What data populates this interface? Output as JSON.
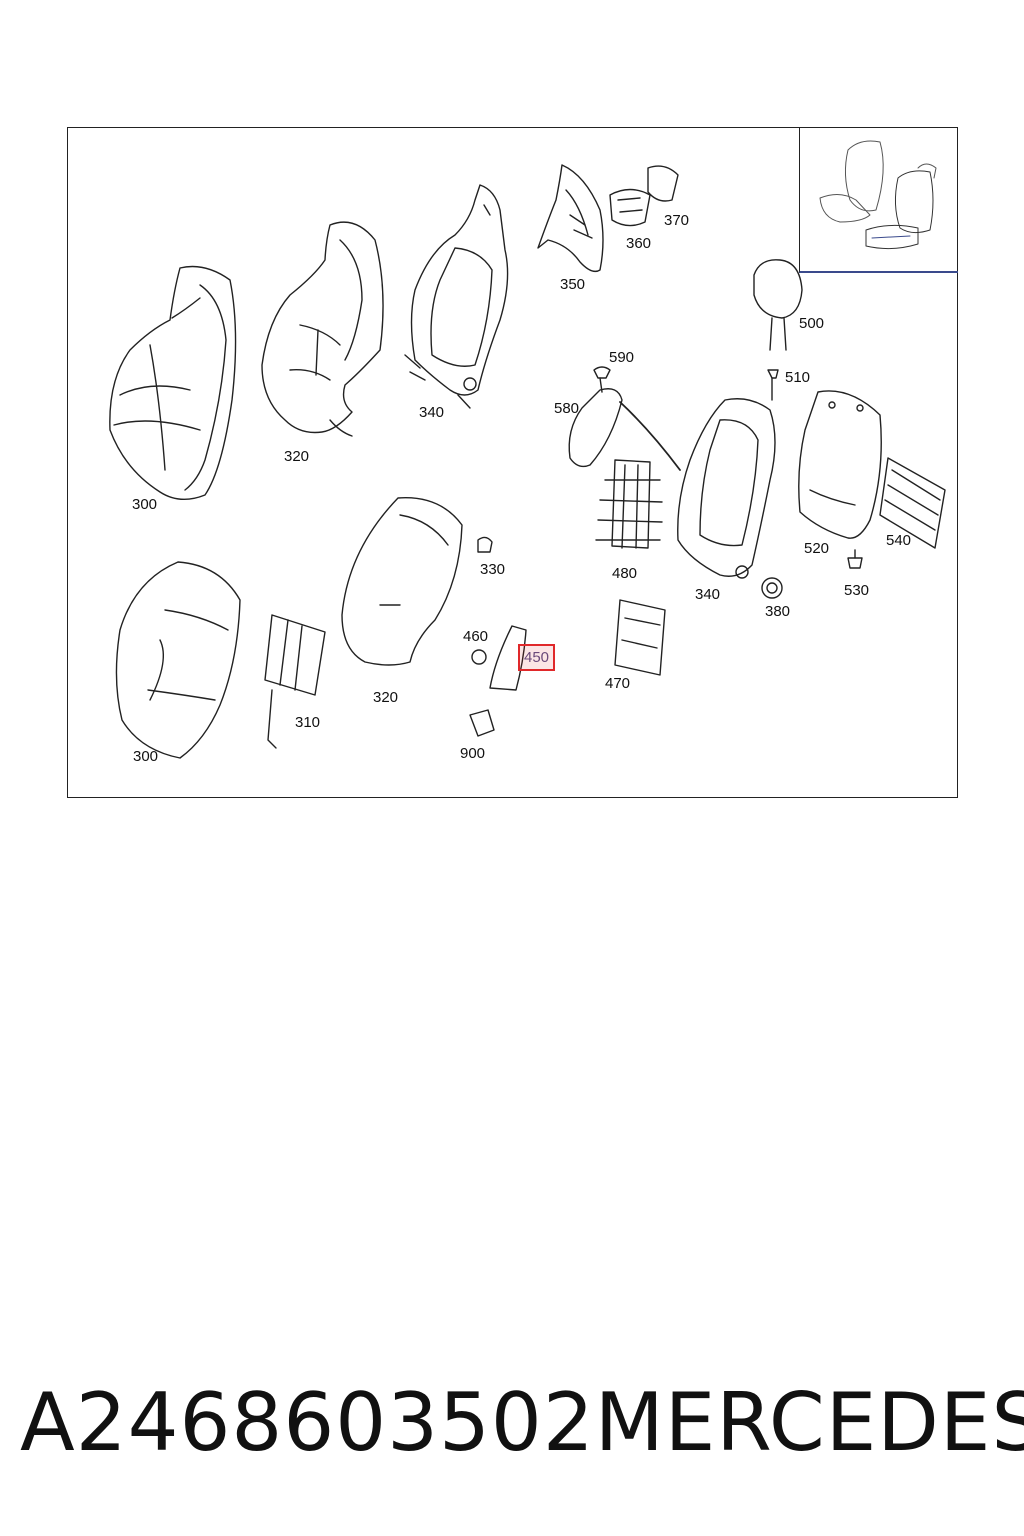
{
  "callouts": [
    {
      "id": "c370",
      "label": "370"
    },
    {
      "id": "c360",
      "label": "360"
    },
    {
      "id": "c350",
      "label": "350"
    },
    {
      "id": "c500",
      "label": "500"
    },
    {
      "id": "c590",
      "label": "590"
    },
    {
      "id": "c510",
      "label": "510"
    },
    {
      "id": "c580",
      "label": "580"
    },
    {
      "id": "c340a",
      "label": "340"
    },
    {
      "id": "c320a",
      "label": "320"
    },
    {
      "id": "c300a",
      "label": "300"
    },
    {
      "id": "c520",
      "label": "520"
    },
    {
      "id": "c540",
      "label": "540"
    },
    {
      "id": "c530",
      "label": "530"
    },
    {
      "id": "c480",
      "label": "480"
    },
    {
      "id": "c330",
      "label": "330"
    },
    {
      "id": "c340b",
      "label": "340"
    },
    {
      "id": "c380",
      "label": "380"
    },
    {
      "id": "c460",
      "label": "460"
    },
    {
      "id": "c450",
      "label": "450"
    },
    {
      "id": "c470",
      "label": "470"
    },
    {
      "id": "c310",
      "label": "310"
    },
    {
      "id": "c320b",
      "label": "320"
    },
    {
      "id": "c900",
      "label": "900"
    },
    {
      "id": "c300b",
      "label": "300"
    }
  ],
  "highlighted_part": "450",
  "caption": {
    "part_number": "A2468603502",
    "brand": "MERCEDES"
  },
  "colors": {
    "line": "#222222",
    "highlight": "#e0282a",
    "inset_accent": "#3a4a8c"
  }
}
